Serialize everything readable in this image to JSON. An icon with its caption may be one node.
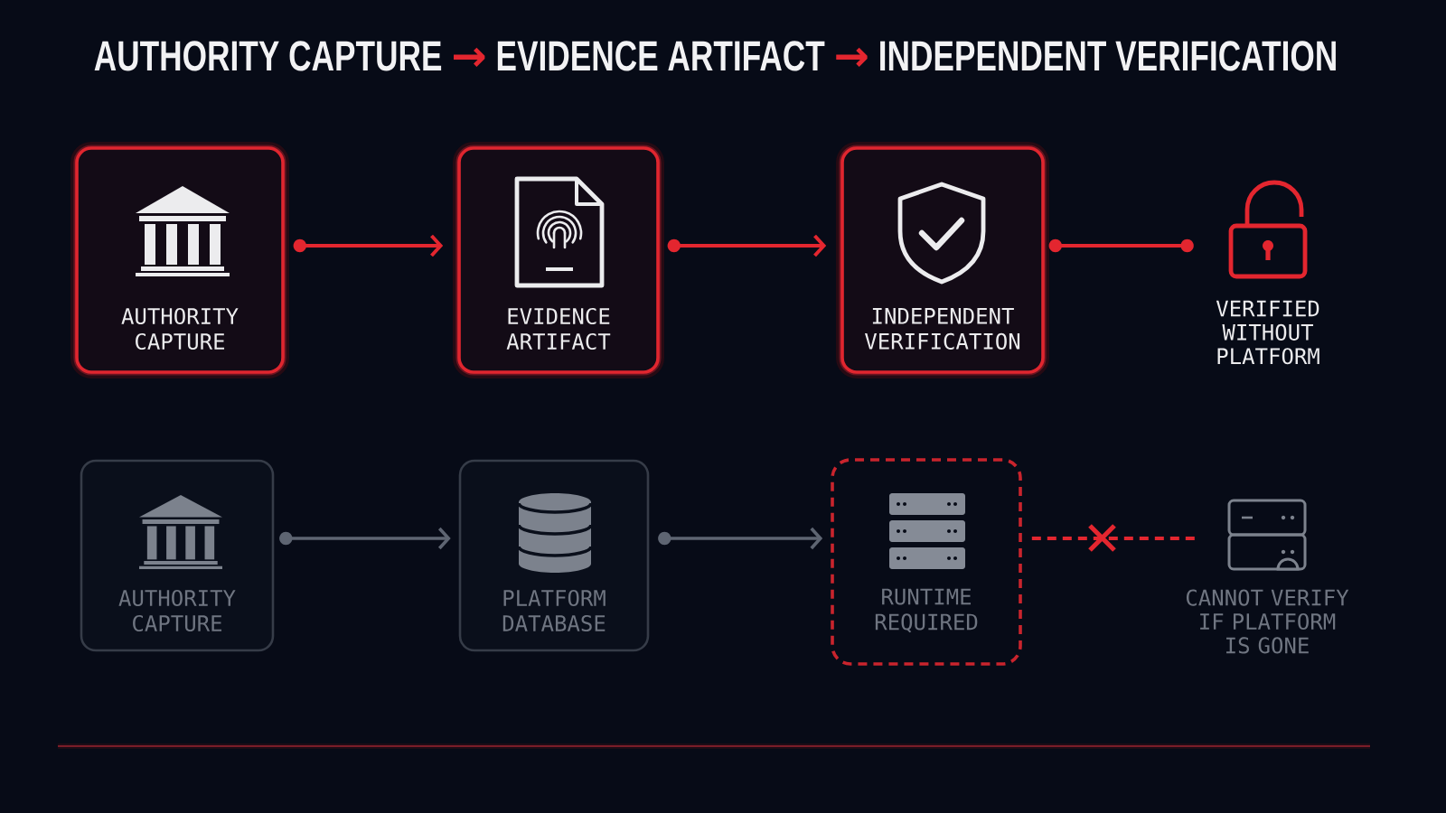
{
  "diagram": {
    "title": "AUTHORITY CAPTURE → EVIDENCE ARTIFACT → INDEPENDENT VERIFICATION",
    "nodes": [
      {
        "text": [
          "AUTHORITY CAPTURE"
        ]
      },
      {
        "text": [
          "EVIDENCE ARTIFACT"
        ]
      },
      {
        "text": [
          "INDEPENDENT VERIFICATION"
        ]
      },
      {
        "text": [],
        "shape": "picture",
        "beside": [
          "VERIFIED WITHOUT PLATFORM"
        ]
      },
      {
        "text": [
          "AUTHORITY CAPTURE"
        ]
      },
      {
        "text": [
          "PLATFORM DATABASE"
        ]
      },
      {
        "text": [
          "RUNTIME REQUIRED"
        ]
      },
      {
        "text": [],
        "shape": "picture",
        "beside": [
          "CANNOT VERIFY IF PLATFORM IS GONE"
        ]
      }
    ],
    "edges": [
      {
        "from": 0,
        "to": 1,
        "arrow": "to"
      },
      {
        "from": 1,
        "to": 2,
        "arrow": "to"
      },
      {
        "from": 2,
        "to": 3,
        "arrow": "other"
      },
      {
        "from": 4,
        "to": 5,
        "arrow": "to",
        "color": "#5e6572"
      },
      {
        "from": 5,
        "to": 6,
        "arrow": "to",
        "color": "#5e6572"
      },
      {
        "from": 6,
        "to": 7,
        "arrow": "none",
        "style": "dashed"
      }
    ]
  }
}
